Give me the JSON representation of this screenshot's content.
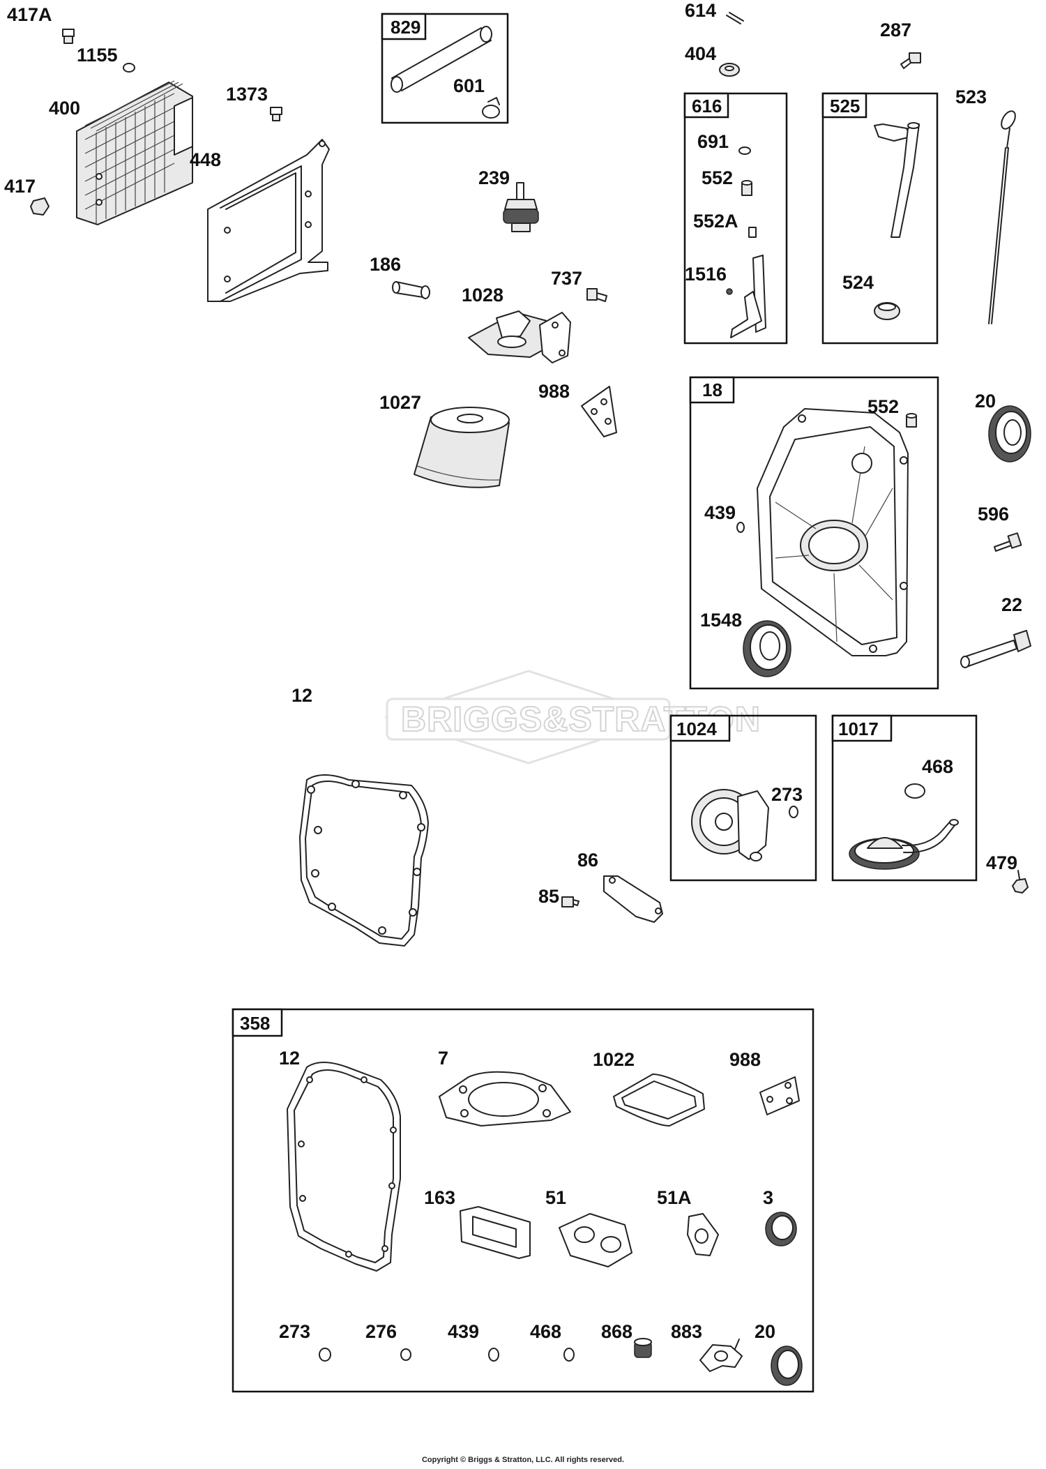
{
  "diagram": {
    "callouts": [
      "417A",
      "1155",
      "400",
      "1373",
      "448",
      "417",
      "829",
      "601",
      "239",
      "186",
      "1028",
      "737",
      "988",
      "1027",
      "614",
      "404",
      "287",
      "523",
      "616",
      "691",
      "552",
      "552A",
      "1516",
      "525",
      "524",
      "18",
      "552",
      "439",
      "1548",
      "20",
      "596",
      "22",
      "12",
      "1024",
      "273",
      "1017",
      "468",
      "479",
      "86",
      "85",
      "358",
      "12",
      "7",
      "1022",
      "988",
      "163",
      "51",
      "51A",
      "3",
      "273",
      "276",
      "439",
      "468",
      "868",
      "883",
      "20"
    ],
    "kit_boxes": [
      "829",
      "616",
      "525",
      "18",
      "1024",
      "1017",
      "358"
    ],
    "watermark": "BRIGGS&STRATTON",
    "footer": "Copyright © Briggs & Stratton, LLC. All rights reserved."
  }
}
